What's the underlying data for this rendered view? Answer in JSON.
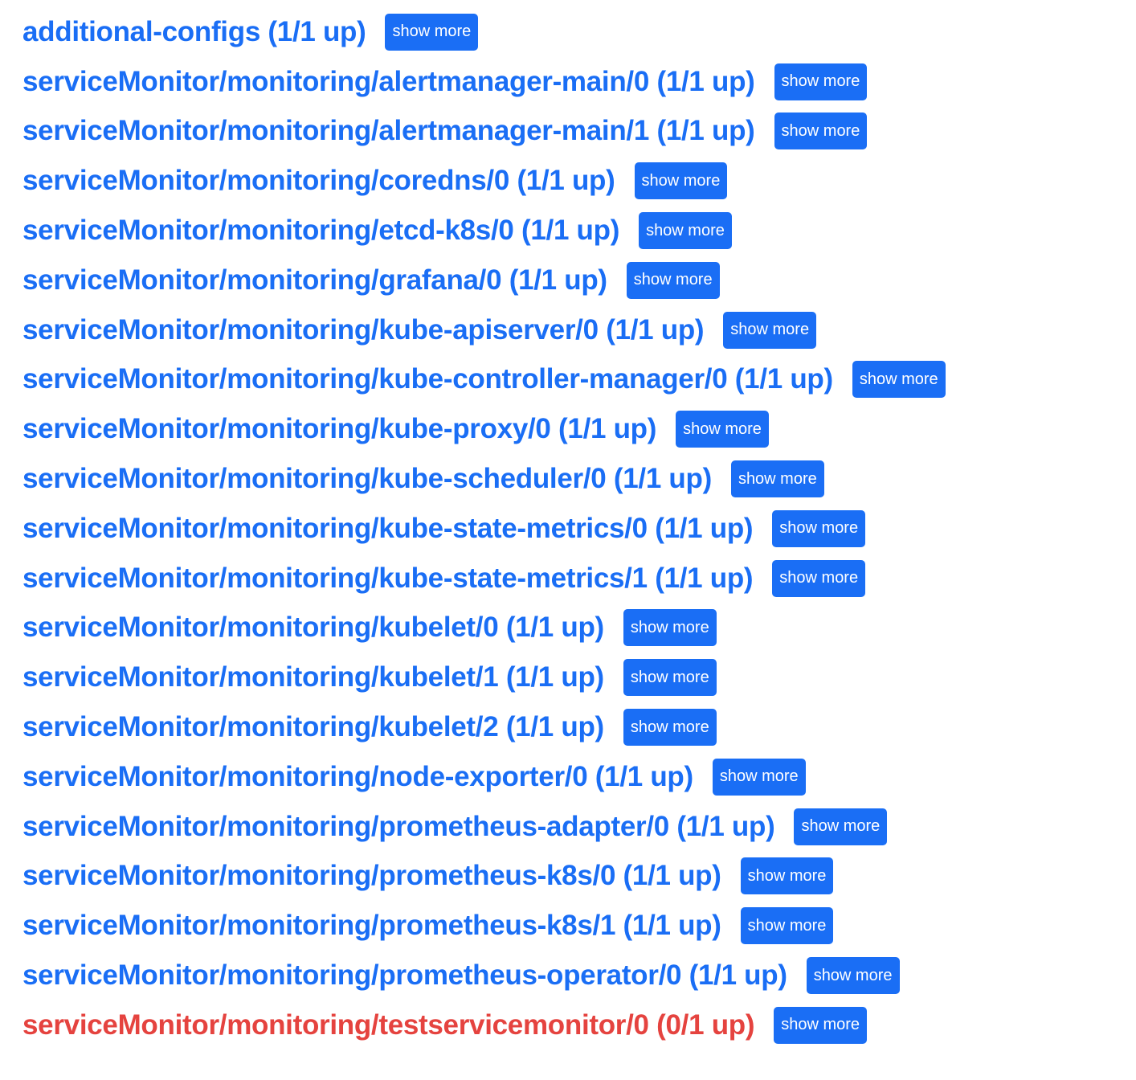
{
  "button_label": "show more",
  "colors": {
    "up": "#1a6ef5",
    "down": "#e5433f",
    "button": "#1a6ef5"
  },
  "targets": [
    {
      "name": "additional-configs",
      "status": "(1/1 up)",
      "healthy": true
    },
    {
      "name": "serviceMonitor/monitoring/alertmanager-main/0",
      "status": "(1/1 up)",
      "healthy": true
    },
    {
      "name": "serviceMonitor/monitoring/alertmanager-main/1",
      "status": "(1/1 up)",
      "healthy": true
    },
    {
      "name": "serviceMonitor/monitoring/coredns/0",
      "status": "(1/1 up)",
      "healthy": true
    },
    {
      "name": "serviceMonitor/monitoring/etcd-k8s/0",
      "status": "(1/1 up)",
      "healthy": true
    },
    {
      "name": "serviceMonitor/monitoring/grafana/0",
      "status": "(1/1 up)",
      "healthy": true
    },
    {
      "name": "serviceMonitor/monitoring/kube-apiserver/0",
      "status": "(1/1 up)",
      "healthy": true
    },
    {
      "name": "serviceMonitor/monitoring/kube-controller-manager/0",
      "status": "(1/1 up)",
      "healthy": true
    },
    {
      "name": "serviceMonitor/monitoring/kube-proxy/0",
      "status": "(1/1 up)",
      "healthy": true
    },
    {
      "name": "serviceMonitor/monitoring/kube-scheduler/0",
      "status": "(1/1 up)",
      "healthy": true
    },
    {
      "name": "serviceMonitor/monitoring/kube-state-metrics/0",
      "status": "(1/1 up)",
      "healthy": true
    },
    {
      "name": "serviceMonitor/monitoring/kube-state-metrics/1",
      "status": "(1/1 up)",
      "healthy": true
    },
    {
      "name": "serviceMonitor/monitoring/kubelet/0",
      "status": "(1/1 up)",
      "healthy": true
    },
    {
      "name": "serviceMonitor/monitoring/kubelet/1",
      "status": "(1/1 up)",
      "healthy": true
    },
    {
      "name": "serviceMonitor/monitoring/kubelet/2",
      "status": "(1/1 up)",
      "healthy": true
    },
    {
      "name": "serviceMonitor/monitoring/node-exporter/0",
      "status": "(1/1 up)",
      "healthy": true
    },
    {
      "name": "serviceMonitor/monitoring/prometheus-adapter/0",
      "status": "(1/1 up)",
      "healthy": true
    },
    {
      "name": "serviceMonitor/monitoring/prometheus-k8s/0",
      "status": "(1/1 up)",
      "healthy": true
    },
    {
      "name": "serviceMonitor/monitoring/prometheus-k8s/1",
      "status": "(1/1 up)",
      "healthy": true
    },
    {
      "name": "serviceMonitor/monitoring/prometheus-operator/0",
      "status": "(1/1 up)",
      "healthy": true
    },
    {
      "name": "serviceMonitor/monitoring/testservicemonitor/0",
      "status": "(0/1 up)",
      "healthy": false
    }
  ]
}
